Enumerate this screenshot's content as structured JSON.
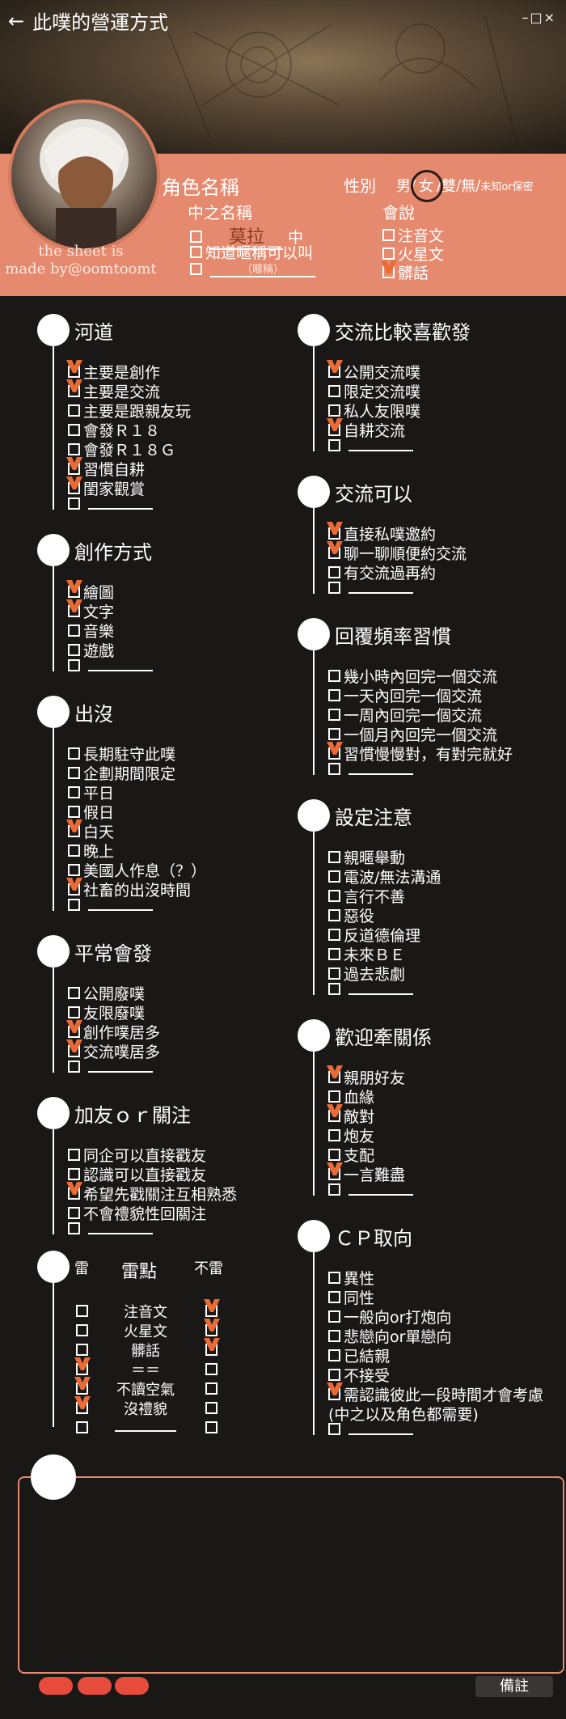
{
  "title": "此噗的營運方式",
  "window_controls": "–□×",
  "credit": [
    "the sheet is",
    "made by@oomtoomt"
  ],
  "profile": {
    "role_name_label": "角色名稱",
    "gender_label": "性別",
    "gender_options": [
      "男",
      "女",
      "雙",
      "無",
      "未知or保密"
    ],
    "gender_selected": "女",
    "nickname_label": "中之名稱",
    "nickname_value": "莫拉",
    "nickname_suffix": "中",
    "nick_known": "知道暱稱可以叫",
    "nick_placeholder": "（暱稱）",
    "lang_label": "會說",
    "langs": [
      {
        "label": "注音文",
        "checked": false
      },
      {
        "label": "火星文",
        "checked": false
      },
      {
        "label": "髒話",
        "checked": true
      }
    ]
  },
  "sections_left": [
    {
      "title": "河道",
      "items": [
        {
          "label": "主要是創作",
          "checked": true
        },
        {
          "label": "主要是交流",
          "checked": true
        },
        {
          "label": "主要是跟親友玩",
          "checked": false
        },
        {
          "label": "會發Ｒ１８",
          "checked": false
        },
        {
          "label": "會發Ｒ１８Ｇ",
          "checked": false
        },
        {
          "label": "習慣自耕",
          "checked": true
        },
        {
          "label": "閨家觀賞",
          "checked": true
        },
        {
          "label": "",
          "checked": false
        }
      ]
    },
    {
      "title": "創作方式",
      "items": [
        {
          "label": "繪圖",
          "checked": true
        },
        {
          "label": "文字",
          "checked": true
        },
        {
          "label": "音樂",
          "checked": false
        },
        {
          "label": "遊戲",
          "checked": false
        },
        {
          "label": "",
          "checked": false
        }
      ]
    },
    {
      "title": "出沒",
      "items": [
        {
          "label": "長期駐守此噗",
          "checked": false
        },
        {
          "label": "企劃期間限定",
          "checked": false
        },
        {
          "label": "平日",
          "checked": false
        },
        {
          "label": "假日",
          "checked": false
        },
        {
          "label": "白天",
          "checked": true
        },
        {
          "label": "晚上",
          "checked": false
        },
        {
          "label": "美國人作息（？）",
          "checked": false
        },
        {
          "label": "社畜的出沒時間",
          "checked": true
        },
        {
          "label": "",
          "checked": false
        }
      ]
    },
    {
      "title": "平常會發",
      "items": [
        {
          "label": "公開廢噗",
          "checked": false
        },
        {
          "label": "友限廢噗",
          "checked": false
        },
        {
          "label": "創作噗居多",
          "checked": true
        },
        {
          "label": "交流噗居多",
          "checked": true
        },
        {
          "label": "",
          "checked": false
        }
      ]
    },
    {
      "title": "加友ｏｒ關注",
      "items": [
        {
          "label": "同企可以直接戳友",
          "checked": false
        },
        {
          "label": "認識可以直接戳友",
          "checked": false
        },
        {
          "label": "希望先戳關注互相熟悉",
          "checked": true
        },
        {
          "label": "不會禮貌性回關注",
          "checked": false
        },
        {
          "label": "",
          "checked": false
        }
      ]
    }
  ],
  "mines": {
    "lei": "雷",
    "title": "雷點",
    "bulei": "不雷",
    "rows": [
      {
        "label": "注音文",
        "lei": false,
        "bulei": true
      },
      {
        "label": "火星文",
        "lei": false,
        "bulei": true
      },
      {
        "label": "髒話",
        "lei": false,
        "bulei": true
      },
      {
        "label": "＝＝",
        "lei": true,
        "bulei": false
      },
      {
        "label": "不讀空氣",
        "lei": true,
        "bulei": false
      },
      {
        "label": "沒禮貌",
        "lei": true,
        "bulei": false
      },
      {
        "label": "",
        "lei": false,
        "bulei": false
      }
    ]
  },
  "sections_right": [
    {
      "title": "交流比較喜歡發",
      "items": [
        {
          "label": "公開交流噗",
          "checked": true
        },
        {
          "label": "限定交流噗",
          "checked": false
        },
        {
          "label": "私人友限噗",
          "checked": false
        },
        {
          "label": "自耕交流",
          "checked": true
        },
        {
          "label": "",
          "checked": false
        }
      ]
    },
    {
      "title": "交流可以",
      "items": [
        {
          "label": "直接私噗邀約",
          "checked": true
        },
        {
          "label": "聊一聊順便約交流",
          "checked": true
        },
        {
          "label": "有交流過再約",
          "checked": false
        },
        {
          "label": "",
          "checked": false
        }
      ]
    },
    {
      "title": "回覆頻率習慣",
      "items": [
        {
          "label": "幾小時內回完一個交流",
          "checked": false
        },
        {
          "label": "一天內回完一個交流",
          "checked": false
        },
        {
          "label": "一周內回完一個交流",
          "checked": false
        },
        {
          "label": "一個月內回完一個交流",
          "checked": false
        },
        {
          "label": "習慣慢慢對，有對完就好",
          "checked": true
        },
        {
          "label": "",
          "checked": false
        }
      ]
    },
    {
      "title": "設定注意",
      "items": [
        {
          "label": "親暱舉動",
          "checked": false
        },
        {
          "label": "電波/無法溝通",
          "checked": false
        },
        {
          "label": "言行不善",
          "checked": false
        },
        {
          "label": "惡役",
          "checked": false
        },
        {
          "label": "反道德倫理",
          "checked": false
        },
        {
          "label": "未來ＢＥ",
          "checked": false
        },
        {
          "label": "過去悲劇",
          "checked": false
        },
        {
          "label": "",
          "checked": false
        }
      ]
    },
    {
      "title": "歡迎牽關係",
      "items": [
        {
          "label": "親朋好友",
          "checked": true
        },
        {
          "label": "血緣",
          "checked": false
        },
        {
          "label": "敵對",
          "checked": true
        },
        {
          "label": "炮友",
          "checked": false
        },
        {
          "label": "支配",
          "checked": false
        },
        {
          "label": "一言難盡",
          "checked": true
        },
        {
          "label": "",
          "checked": false
        }
      ]
    },
    {
      "title": "ＣＰ取向",
      "items": [
        {
          "label": "異性",
          "checked": false
        },
        {
          "label": "同性",
          "checked": false
        },
        {
          "label": "一般向or打炮向",
          "checked": false
        },
        {
          "label": "悲戀向or單戀向",
          "checked": false
        },
        {
          "label": "已結親",
          "checked": false
        },
        {
          "label": "不接受",
          "checked": false
        },
        {
          "label": "需認識彼此一段時間才會考慮",
          "checked": true
        },
        {
          "label": "(中之以及角色都需要)",
          "checked": false,
          "continuation": true
        },
        {
          "label": "",
          "checked": false
        }
      ]
    }
  ],
  "note_button": "備註"
}
